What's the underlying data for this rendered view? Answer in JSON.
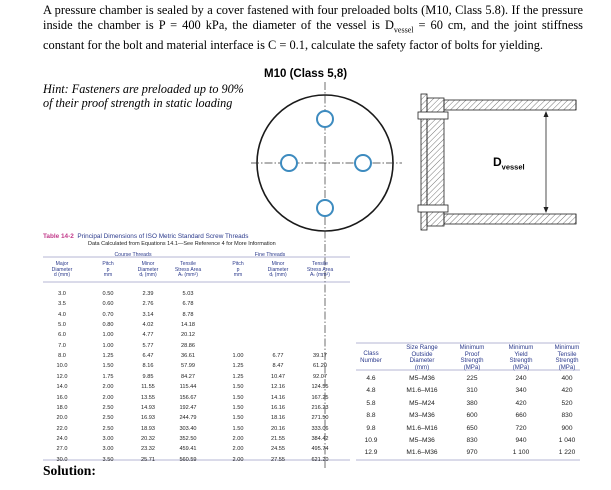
{
  "problem": {
    "part1": "A pressure chamber is sealed by a cover fastened with four preloaded bolts (M10, Class 5.8). If the pressure inside the chamber is P = 400 kPa, the diameter of the vessel is D",
    "part1_sub": "vessel",
    "part2": " = 60 cm, and the joint stiffness constant for the bolt and material interface is C = 0.1, calculate the safety factor of bolts for yielding."
  },
  "hint": "Hint: Fasteners are preloaded up to 90% of their proof strength in static loading",
  "diagram": {
    "bolt_label": "M10 (Class 5,8)",
    "vessel_label_main": "D",
    "vessel_label_sub": "vessel"
  },
  "table1": {
    "caption_num": "Table 14-2",
    "caption_text": "Principal Dimensions of ISO Metric Standard Screw Threads",
    "subcaption": "Data Calculated from Equations 14.1—See Reference 4 for More Information",
    "group_coarse": "Course Threads",
    "group_fine": "Fine Threads",
    "headers": [
      [
        "Major",
        "Diameter",
        "d (mm)"
      ],
      [
        "Pitch",
        "p",
        "mm"
      ],
      [
        "Minor",
        "Diameter",
        "dᵣ (mm)"
      ],
      [
        "Tensile",
        "Stress Area",
        "Aₜ (mm²)"
      ],
      [
        "Pitch",
        "p",
        "mm"
      ],
      [
        "Minor",
        "Diameter",
        "dᵣ (mm)"
      ],
      [
        "Tensile",
        "Stress Area",
        "Aₜ (mm²)"
      ]
    ],
    "rows": [
      [
        "3.0",
        "0.50",
        "2.39",
        "5.03",
        "",
        "",
        ""
      ],
      [
        "3.5",
        "0.60",
        "2.76",
        "6.78",
        "",
        "",
        ""
      ],
      [
        "4.0",
        "0.70",
        "3.14",
        "8.78",
        "",
        "",
        ""
      ],
      [
        "5.0",
        "0.80",
        "4.02",
        "14.18",
        "",
        "",
        ""
      ],
      [
        "6.0",
        "1.00",
        "4.77",
        "20.12",
        "",
        "",
        ""
      ],
      [
        "7.0",
        "1.00",
        "5.77",
        "28.86",
        "",
        "",
        ""
      ],
      [
        "8.0",
        "1.25",
        "6.47",
        "36.61",
        "1.00",
        "6.77",
        "39.17"
      ],
      [
        "10.0",
        "1.50",
        "8.16",
        "57.99",
        "1.25",
        "8.47",
        "61.20"
      ],
      [
        "12.0",
        "1.75",
        "9.85",
        "84.27",
        "1.25",
        "10.47",
        "92.07"
      ],
      [
        "14.0",
        "2.00",
        "11.55",
        "115.44",
        "1.50",
        "12.16",
        "124.55"
      ],
      [
        "16.0",
        "2.00",
        "13.55",
        "156.67",
        "1.50",
        "14.16",
        "167.25"
      ],
      [
        "18.0",
        "2.50",
        "14.93",
        "192.47",
        "1.50",
        "16.16",
        "216.23"
      ],
      [
        "20.0",
        "2.50",
        "16.93",
        "244.79",
        "1.50",
        "18.16",
        "271.50"
      ],
      [
        "22.0",
        "2.50",
        "18.93",
        "303.40",
        "1.50",
        "20.16",
        "333.06"
      ],
      [
        "24.0",
        "3.00",
        "20.32",
        "352.50",
        "2.00",
        "21.55",
        "384.42"
      ],
      [
        "27.0",
        "3.00",
        "23.32",
        "459.41",
        "2.00",
        "24.55",
        "495.74"
      ],
      [
        "30.0",
        "3.50",
        "25.71",
        "560.59",
        "2.00",
        "27.55",
        "621.20"
      ]
    ]
  },
  "table2": {
    "headers": [
      [
        "Class",
        "Number"
      ],
      [
        "Size Range",
        "Outside",
        "Diameter",
        "(mm)"
      ],
      [
        "Minimum",
        "Proof",
        "Strength",
        "(MPa)"
      ],
      [
        "Minimum",
        "Yield",
        "Strength",
        "(MPa)"
      ],
      [
        "Minimum",
        "Tensile",
        "Strength",
        "(MPa)"
      ]
    ],
    "rows": [
      [
        "4.6",
        "M5–M36",
        "225",
        "240",
        "400"
      ],
      [
        "4.8",
        "M1.6–M16",
        "310",
        "340",
        "420"
      ],
      [
        "5.8",
        "M5–M24",
        "380",
        "420",
        "520"
      ],
      [
        "8.8",
        "M3–M36",
        "600",
        "660",
        "830"
      ],
      [
        "9.8",
        "M1.6–M16",
        "650",
        "720",
        "900"
      ],
      [
        "10.9",
        "M5–M36",
        "830",
        "940",
        "1 040"
      ],
      [
        "12.9",
        "M1.6–M36",
        "970",
        "1 100",
        "1 220"
      ]
    ]
  },
  "solution": "Solution:",
  "colors": {
    "header_blue": "#2b3a8c",
    "caption_magenta": "#c23a8a"
  }
}
